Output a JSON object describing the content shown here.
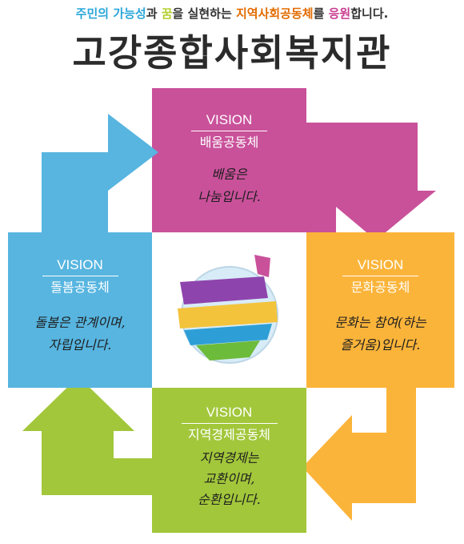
{
  "header": {
    "slogan_parts": [
      {
        "text": "주민의 ",
        "color": "#2aa7d9"
      },
      {
        "text": "가능성",
        "color": "#2aa7d9"
      },
      {
        "text": "과 ",
        "color": "#333333"
      },
      {
        "text": "꿈",
        "color": "#b2cf2c"
      },
      {
        "text": "을 실현하는 ",
        "color": "#333333"
      },
      {
        "text": "지역사회공동체",
        "color": "#e36b00"
      },
      {
        "text": "를 ",
        "color": "#333333"
      },
      {
        "text": "응원",
        "color": "#c93a8f"
      },
      {
        "text": "합니다.",
        "color": "#333333"
      }
    ],
    "title": "고강종합사회복지관"
  },
  "panels": {
    "top": {
      "vision": "VISION",
      "name": "배움공동체",
      "motto": [
        "배움은",
        "나눔입니다."
      ],
      "color": "#c9519a"
    },
    "left": {
      "vision": "VISION",
      "name": "돌봄공동체",
      "motto": [
        "돌봄은 관계이며,",
        "자립입니다."
      ],
      "color": "#57b5e0"
    },
    "right": {
      "vision": "VISION",
      "name": "문화공동체",
      "motto": [
        "문화는 참여(하는",
        "즐거움)입니다."
      ],
      "color": "#fbb43a"
    },
    "bottom": {
      "vision": "VISION",
      "name": "지역경제공동체",
      "motto": [
        "지역경제는",
        "교환이며,",
        "순환입니다."
      ],
      "color": "#a2c73b"
    }
  },
  "logo": {
    "icon": "ribbon-globe-icon",
    "colors": [
      "#8e44ad",
      "#f3c33c",
      "#2e9fd6",
      "#6dbb3a",
      "#c9519a"
    ]
  }
}
